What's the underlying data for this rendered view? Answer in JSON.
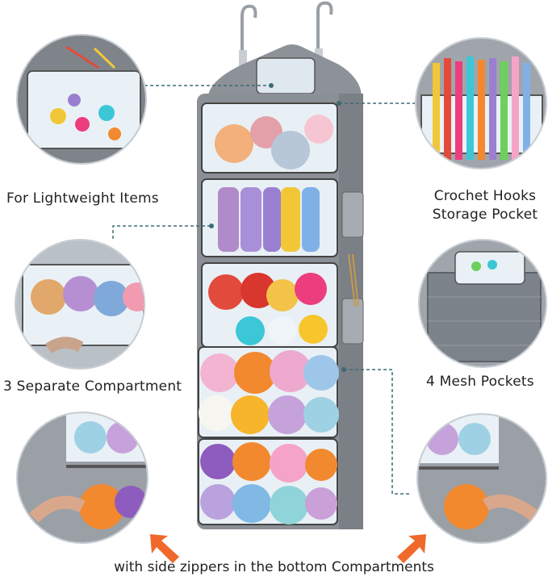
{
  "labels": {
    "top_left": "For Lightweight Items",
    "top_right_line1": "Crochet Hooks",
    "top_right_line2": "Storage Pocket",
    "mid_left": "3 Separate Compartment",
    "mid_right": "4 Mesh Pockets",
    "caption": "with side zippers in the bottom Compartments"
  },
  "colors": {
    "bag_gray": "#8b8f96",
    "bag_dark": "#6f737a",
    "accent_arrow": "#f0692a",
    "leader_line": "#3d6b73",
    "clear_pvc": "#e8f0f5"
  },
  "icons": {
    "arrow_left": "arrow-up-left-icon",
    "arrow_right": "arrow-up-right-icon"
  }
}
